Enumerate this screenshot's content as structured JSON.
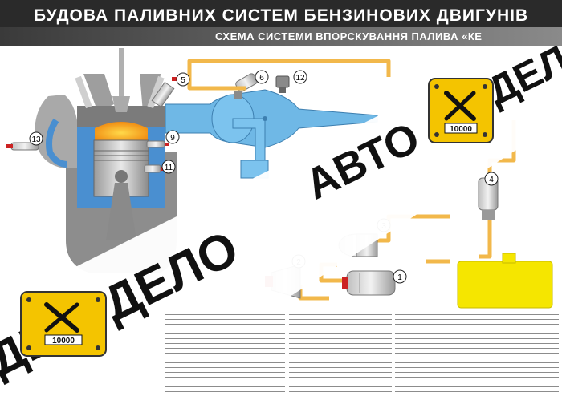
{
  "header": {
    "title": "БУДОВА ПАЛИВНИХ СИСТЕМ БЕНЗИНОВИХ ДВИГУНІВ",
    "subtitle": "СХЕМА СИСТЕМИ ВПОРСКУВАННЯ ПАЛИВА «КЕ"
  },
  "callouts": [
    "1",
    "2",
    "3",
    "4",
    "5",
    "6",
    "9",
    "11",
    "12",
    "13"
  ],
  "watermark": {
    "word_top": "АВТО",
    "word_bottom": "ДЕЛО",
    "word_partial": "ДЕ",
    "badge_counter": "10000"
  },
  "colors": {
    "header_bg": "#2a2a2a",
    "fuel_line": "#f2b84b",
    "fuel_tank": "#f5e600",
    "intake": "#6fb8e6",
    "engine_cutaway": "#4a8fd0",
    "badge_yellow": "#f4c400"
  }
}
